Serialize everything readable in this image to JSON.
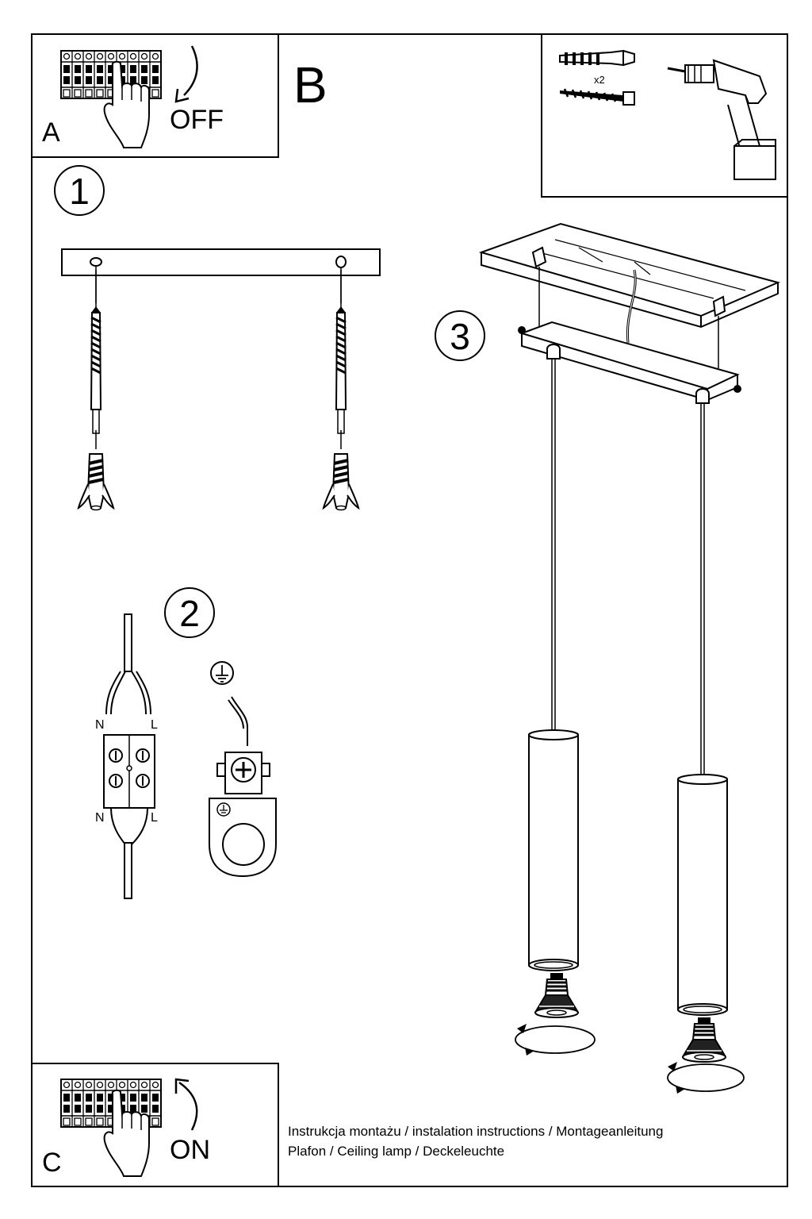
{
  "panel_a": {
    "letter": "A",
    "action": "OFF"
  },
  "panel_b": {
    "letter": "B",
    "count": "x2"
  },
  "panel_c": {
    "letter": "C",
    "action": "ON"
  },
  "steps": [
    "1",
    "2",
    "3"
  ],
  "wiring": {
    "neutral_top": "N",
    "live_top": "L",
    "neutral_bottom": "N",
    "live_bottom": "L"
  },
  "icons": [
    "circuit-breaker-icon",
    "hand-icon",
    "arrow-down-icon",
    "arrow-up-icon",
    "wall-plug-icon",
    "screw-icon",
    "drill-icon",
    "ground-symbol-icon",
    "terminal-block-icon",
    "ground-clamp-icon",
    "gu10-bulb-icon"
  ],
  "footer": {
    "line1": "Instrukcja montażu / instalation instructions / Montageanleitung",
    "line2": "Plafon / Ceiling lamp / Deckeleuchte"
  }
}
